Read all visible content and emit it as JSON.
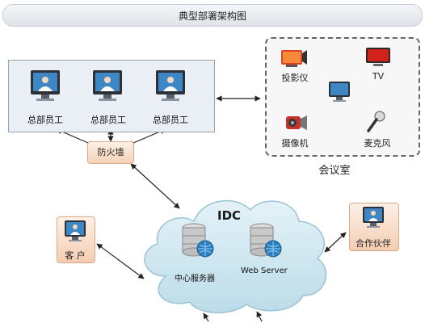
{
  "title": "典型部署架构图",
  "hq": {
    "employees": [
      "总部员工",
      "总部员工",
      "总部员工"
    ],
    "firewall": "防火墙"
  },
  "conference": {
    "label": "会议室",
    "devices": {
      "projector": "投影仪",
      "tv": "TV",
      "camera": "摄像机",
      "microphone": "麦克风"
    }
  },
  "customer": "客 户",
  "partner": "合作伙伴",
  "idc": {
    "label": "IDC",
    "servers": [
      "中心服务器",
      "Web Server"
    ]
  },
  "colors": {
    "cloud": "#cfe6f0",
    "monitor_frame": "#2c3138",
    "screen": "#3f86c5",
    "box_accent": "#f6d2b7"
  }
}
